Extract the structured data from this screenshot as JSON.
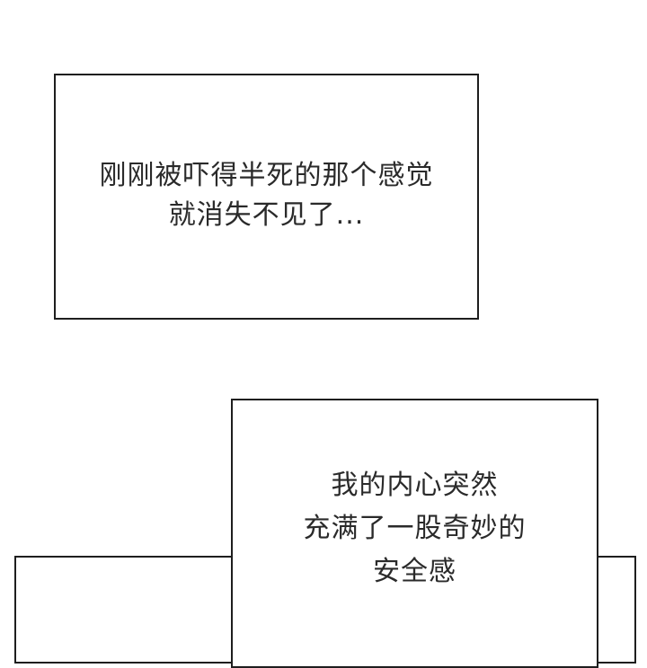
{
  "panels": [
    {
      "id": "panel-1",
      "lines": [
        "刚刚被吓得半死的那个感觉",
        "就消失不见了..."
      ]
    },
    {
      "id": "panel-2",
      "lines": [
        "我的内心突然",
        "充满了一股奇妙的",
        "安全感"
      ]
    },
    {
      "id": "panel-3",
      "lines": []
    }
  ],
  "colors": {
    "background": "#ffffff",
    "border": "#1e1e1e",
    "text": "#2a2a2a"
  }
}
